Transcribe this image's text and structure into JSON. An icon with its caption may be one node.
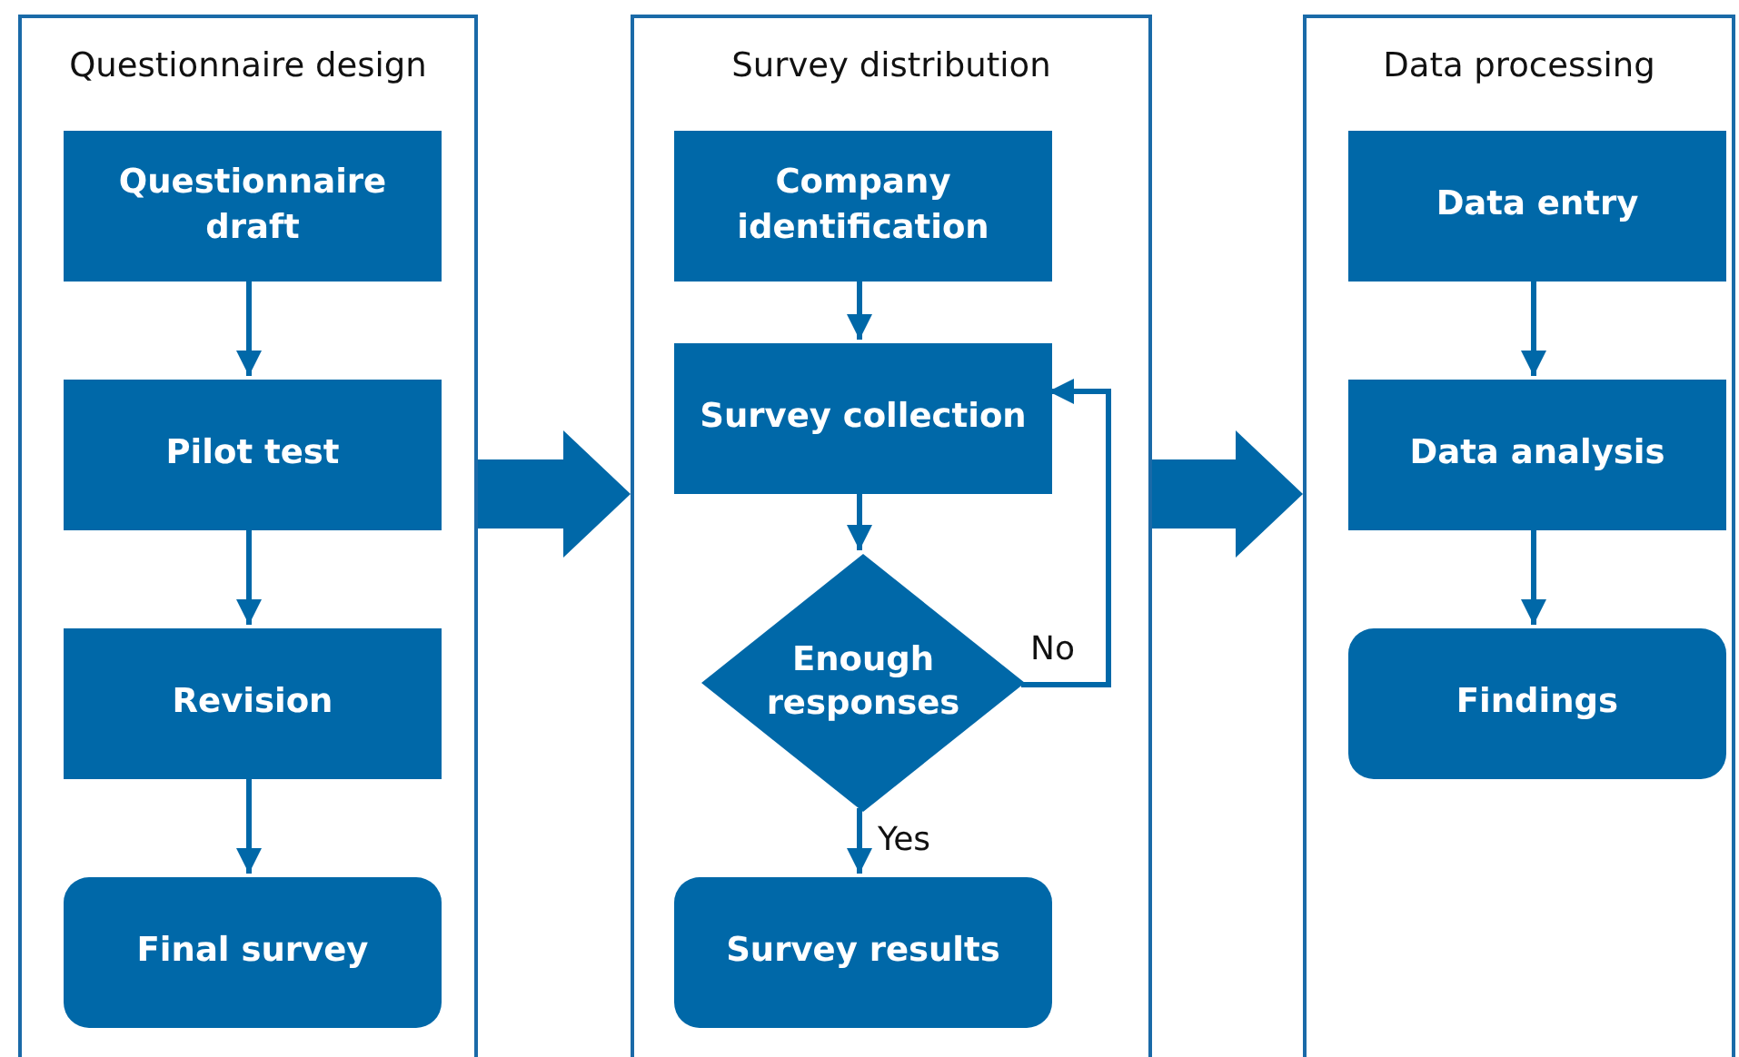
{
  "diagram": {
    "nodes": [
      {
        "text": [
          "Questionnaire design"
        ]
      },
      {
        "text": [
          "Questionnaire draft"
        ],
        "in": 0
      },
      {
        "text": [
          "Pilot test"
        ],
        "in": 0
      },
      {
        "text": [
          "Revision"
        ],
        "in": 0
      },
      {
        "text": [
          "Final survey"
        ],
        "in": 0
      },
      {
        "text": [
          "Survey distribution"
        ]
      },
      {
        "text": [
          "Company identification"
        ],
        "in": 5
      },
      {
        "text": [
          "Survey collection"
        ],
        "in": 5
      },
      {
        "text": [
          "Enough responses"
        ],
        "in": 5
      },
      {
        "text": [
          "Survey results"
        ],
        "in": 5
      },
      {
        "text": [
          "Data processing"
        ]
      },
      {
        "text": [
          "Data entry"
        ],
        "in": 10
      },
      {
        "text": [
          "Data analysis"
        ],
        "in": 10
      },
      {
        "text": [
          "Findings"
        ],
        "in": 10
      }
    ],
    "edges": [
      {
        "from": 1,
        "to": 2,
        "arrow": "to"
      },
      {
        "from": 2,
        "to": 3,
        "arrow": "to"
      },
      {
        "from": 3,
        "to": 4,
        "arrow": "to"
      },
      {
        "from": 0,
        "to": 5,
        "arrow": "to",
        "style": "thick"
      },
      {
        "from": 6,
        "to": 7,
        "arrow": "to"
      },
      {
        "from": 7,
        "to": 8,
        "arrow": "to"
      },
      {
        "from": 8,
        "to": 7,
        "arrow": "to",
        "label": "No"
      },
      {
        "from": 8,
        "to": 9,
        "arrow": "to",
        "label": "Yes"
      },
      {
        "from": 5,
        "to": 10,
        "arrow": "to",
        "style": "thick"
      },
      {
        "from": 11,
        "to": 12,
        "arrow": "to"
      },
      {
        "from": 12,
        "to": 13,
        "arrow": "to"
      }
    ]
  }
}
